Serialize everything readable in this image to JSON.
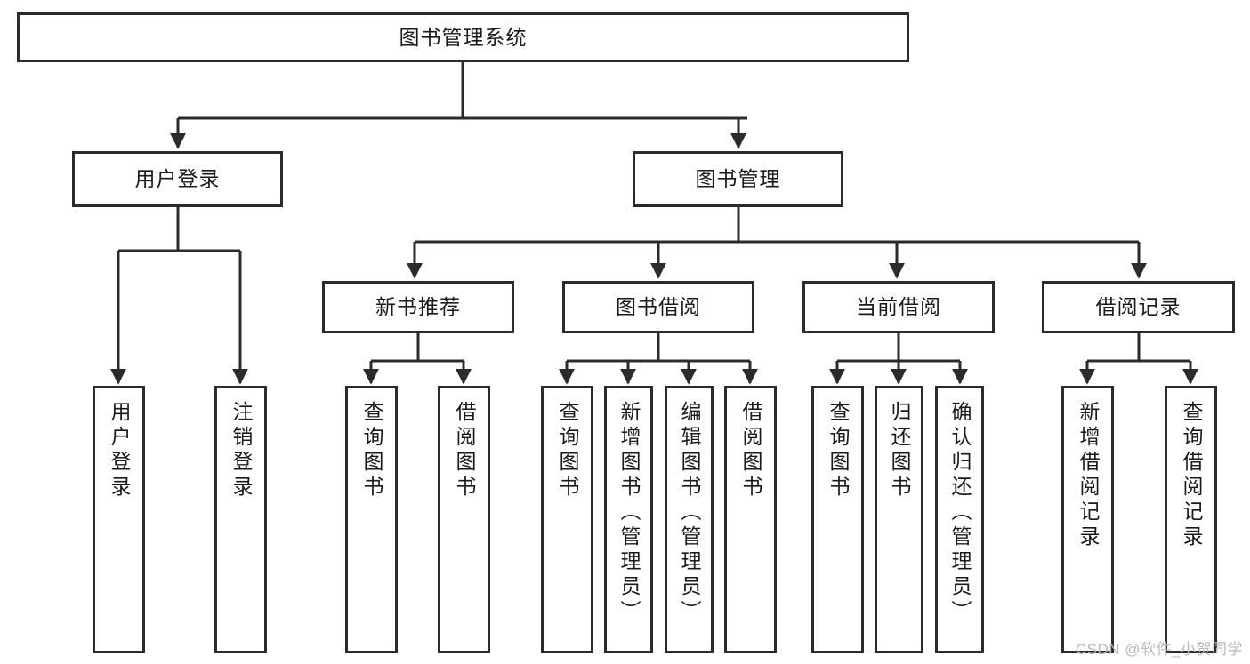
{
  "diagram": {
    "title": "图书管理系统",
    "type": "tree-hierarchy",
    "watermark": "CSDN @软件_小贺同学",
    "colors": {
      "box_border": "#2b2b2b",
      "box_fill": "#ffffff",
      "edge": "#2b2b2b",
      "text": "#1a1a1a",
      "watermark": "#b9b9b9",
      "background": "#ffffff"
    }
  },
  "nodes": {
    "root": {
      "label": "图书管理系统"
    },
    "level2": [
      {
        "label": "用户登录"
      },
      {
        "label": "图书管理"
      }
    ],
    "level3": [
      {
        "label": "新书推荐"
      },
      {
        "label": "图书借阅"
      },
      {
        "label": "当前借阅"
      },
      {
        "label": "借阅记录"
      }
    ],
    "leaves": {
      "user_login": [
        {
          "label": "用户登录"
        },
        {
          "label": "注销登录"
        }
      ],
      "new_book": [
        {
          "label": "查询图书"
        },
        {
          "label": "借阅图书"
        }
      ],
      "borrow_book": [
        {
          "label": "查询图书"
        },
        {
          "label": "新增图书（管理员）"
        },
        {
          "label": "编辑图书（管理员）"
        },
        {
          "label": "借阅图书"
        }
      ],
      "current_borrow": [
        {
          "label": "查询图书"
        },
        {
          "label": "归还图书"
        },
        {
          "label": "确认归还（管理员）"
        }
      ],
      "borrow_record": [
        {
          "label": "新增借阅记录"
        },
        {
          "label": "查询借阅记录"
        }
      ]
    }
  }
}
